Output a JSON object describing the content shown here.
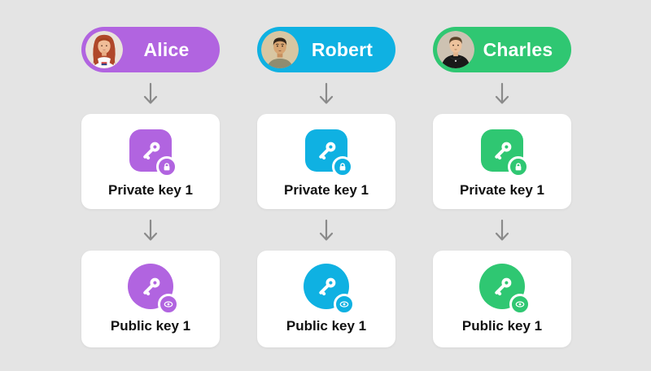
{
  "colors": {
    "background": "#e4e4e4",
    "arrow": "#8a8a8a",
    "card_background": "#ffffff",
    "card_text": "#111111",
    "pill_text": "#ffffff"
  },
  "icons": {
    "key": "key-glyph",
    "private_badge": "lock-glyph",
    "public_badge": "eye-glyph",
    "connector": "down-arrow"
  },
  "columns": [
    {
      "person": "Alice",
      "accent": "#b164e0",
      "avatar": "woman-red-hair",
      "private_key_label": "Private key 1",
      "public_key_label": "Public key 1"
    },
    {
      "person": "Robert",
      "accent": "#0fb1e2",
      "avatar": "man-short-dark-hair",
      "private_key_label": "Private key 1",
      "public_key_label": "Public key 1"
    },
    {
      "person": "Charles",
      "accent": "#2fc772",
      "avatar": "man-black-hoodie",
      "private_key_label": "Private key 1",
      "public_key_label": "Public key 1"
    }
  ]
}
